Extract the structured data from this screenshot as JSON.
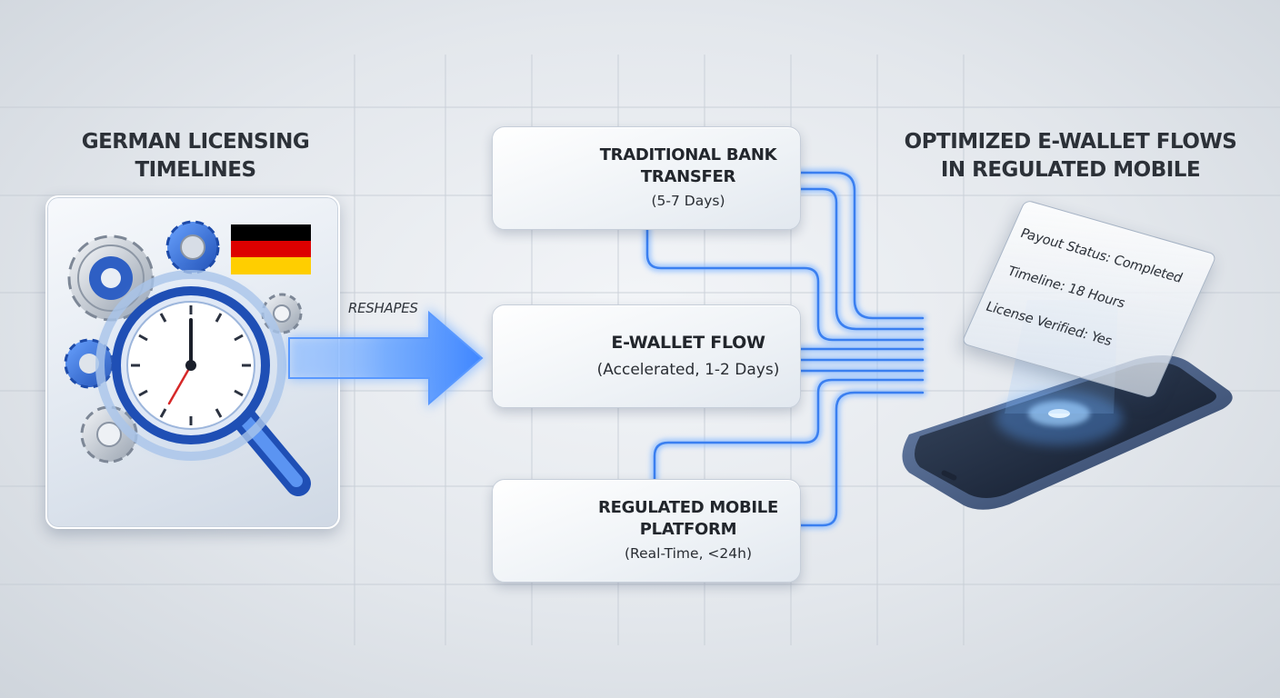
{
  "left_heading": {
    "line1": "German Licensing",
    "line2": "Timelines"
  },
  "right_heading": {
    "line1": "Optimized E-Wallet Flows",
    "line2": "in Regulated Mobile"
  },
  "arrow_label": "Reshapes",
  "cards": {
    "bank": {
      "title_line1": "Traditional Bank",
      "title_line2": "Transfer",
      "subtitle": "(5-7 Days)",
      "icon": "bank-icon"
    },
    "ewallet": {
      "title_line1": "E-Wallet Flow",
      "subtitle": "(Accelerated, 1-2 Days)",
      "icon": "wallet-phone-icon"
    },
    "mobile": {
      "title_line1": "Regulated Mobile",
      "title_line2": "Platform",
      "subtitle": "(Real-Time, <24h)",
      "icon": "phone-check-icon"
    }
  },
  "phone_screen": {
    "status": "Payout Status: Completed",
    "timeline": "Timeline: 18 Hours",
    "license": "License Verified: Yes"
  },
  "colors": {
    "accent_blue": "#3a7ff0",
    "glow_blue": "#7fb4ff",
    "flag_black": "#000000",
    "flag_red": "#dd0000",
    "flag_gold": "#ffce00",
    "check_green": "#22a83a"
  }
}
